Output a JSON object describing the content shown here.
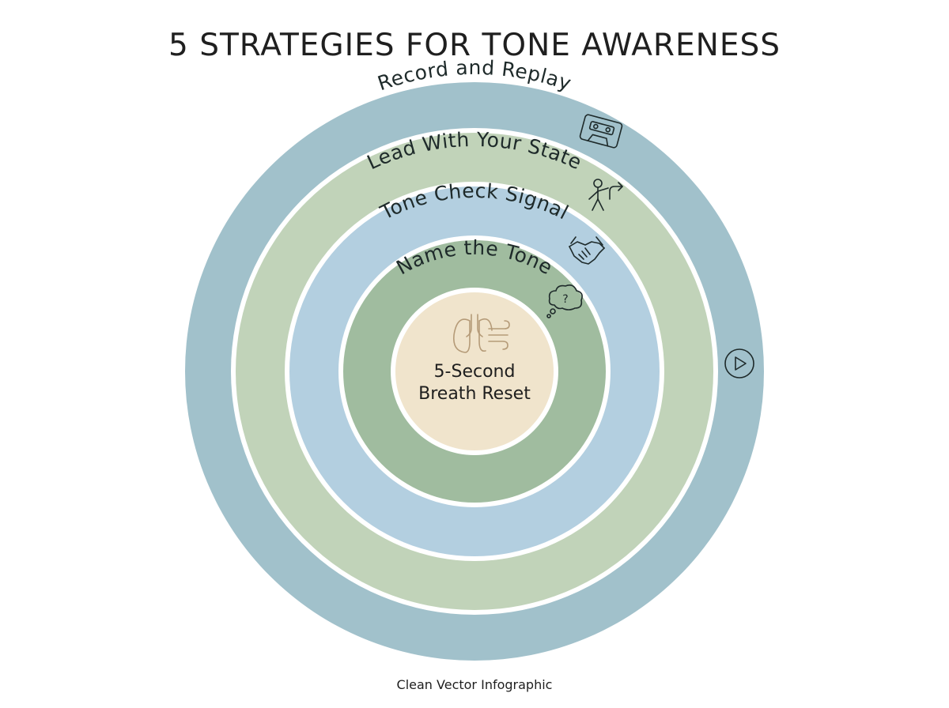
{
  "title": "5 STRATEGIES FOR TONE AWARENESS",
  "footer": "Clean Vector Infographic",
  "core": {
    "line1": "5-Second",
    "line2": "Breath Reset",
    "icon": "lungs-breath-icon",
    "color": "#f0e4cc"
  },
  "rings": [
    {
      "label": "Record and Replay",
      "icon": "cassette-tape-icon",
      "color": "#a1c1cb"
    },
    {
      "label": "Lead With Your State",
      "icon": "person-pointing-icon",
      "color": "#c1d3b9"
    },
    {
      "label": "Tone Check Signal",
      "icon": "handshake-icon",
      "color": "#b3cfe0"
    },
    {
      "label": "Name the Tone",
      "icon": "thought-bubble-question-icon",
      "color": "#a0bc9f"
    }
  ],
  "extra_icon": "play-button-icon"
}
